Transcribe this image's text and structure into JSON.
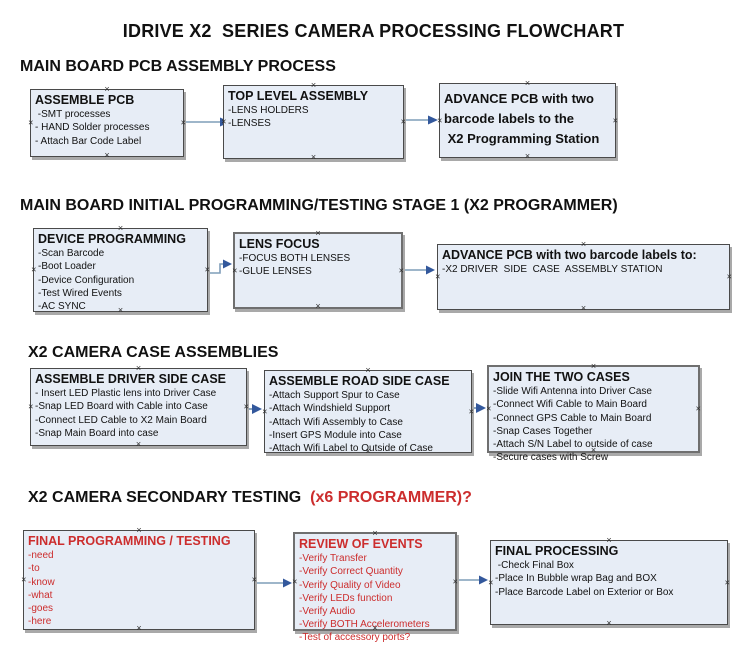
{
  "title": "IDRIVE X2  SERIES CAMERA PROCESSING FLOWCHART",
  "colors": {
    "box_fill": "#e7edf6",
    "box_border": "#4a4a4a",
    "box_border_thick": "#6f6f6f",
    "box_shadow": "#a9a9a9",
    "arrow_line": "#7f9db9",
    "arrow_head": "#33589c",
    "red_text": "#cc2d2d",
    "text": "#111111"
  },
  "sections": [
    {
      "heading": "MAIN BOARD PCB ASSEMBLY PROCESS",
      "boxes": [
        {
          "title": "ASSEMBLE PCB",
          "items": [
            " -SMT processes",
            "- HAND Solder processes",
            "- Attach Bar Code Label"
          ]
        },
        {
          "title": "TOP LEVEL ASSEMBLY",
          "items": [
            "-LENS HOLDERS",
            "-LENSES"
          ]
        },
        {
          "title": "ADVANCE PCB with two\nbarcode labels to the\n X2 Programming Station",
          "items": []
        }
      ]
    },
    {
      "heading": "MAIN BOARD INITIAL PROGRAMMING/TESTING STAGE 1 (X2 PROGRAMMER)",
      "boxes": [
        {
          "title": "DEVICE PROGRAMMING",
          "items": [
            "-Scan Barcode",
            "-Boot Loader",
            "-Device Configuration",
            "-Test Wired Events",
            "-AC SYNC"
          ]
        },
        {
          "title": "LENS FOCUS",
          "items": [
            "-FOCUS BOTH LENSES",
            "-GLUE LENSES"
          ]
        },
        {
          "title": "ADVANCE PCB with two barcode labels to:",
          "items": [
            "-X2 DRIVER  SIDE  CASE  ASSEMBLY STATION"
          ]
        }
      ]
    },
    {
      "heading": "X2 CAMERA CASE ASSEMBLIES",
      "boxes": [
        {
          "title": "ASSEMBLE DRIVER SIDE CASE",
          "items": [
            "- Insert LED Plastic lens into Driver Case",
            "-Snap LED Board with Cable into Case",
            "-Connect LED Cable to X2 Main Board",
            "-Snap Main Board into case"
          ]
        },
        {
          "title": "ASSEMBLE ROAD SIDE CASE",
          "items": [
            "-Attach Support Spur to Case",
            "-Attach Windshield Support",
            "-Attach Wifi Assembly to Case",
            "-Insert GPS Module into Case",
            "-Attach Wifi Label to Outside of Case"
          ]
        },
        {
          "title": "JOIN THE TWO CASES",
          "items": [
            "-Slide Wifi Antenna into Driver Case",
            "-Connect Wifi Cable to Main Board",
            "-Connect GPS Cable to Main Board",
            "-Snap Cases Together",
            "-Attach S/N Label to outside of case",
            "-Secure cases with Screw"
          ]
        }
      ]
    },
    {
      "heading": "X2 CAMERA SECONDARY TESTING ",
      "heading_red": " (x6 PROGRAMMER)?",
      "boxes": [
        {
          "title": "FINAL PROGRAMMING / TESTING",
          "items": [
            "-need",
            "-to",
            "-know",
            "-what",
            "-goes",
            "-here"
          ]
        },
        {
          "title": "REVIEW OF EVENTS",
          "items": [
            "-Verify Transfer",
            "-Verify Correct Quantity",
            "-Verify Quality of Video",
            "-Verify LEDs function",
            "-Verify Audio",
            "-Verify BOTH Accelerometers"
          ],
          "overflow_item": "-Test of accessory ports?"
        },
        {
          "title": "FINAL PROCESSING",
          "items": [
            " -Check Final Box",
            "-Place In Bubble wrap Bag and BOX",
            "-Place Barcode Label on Exterior or Box"
          ]
        }
      ]
    }
  ]
}
